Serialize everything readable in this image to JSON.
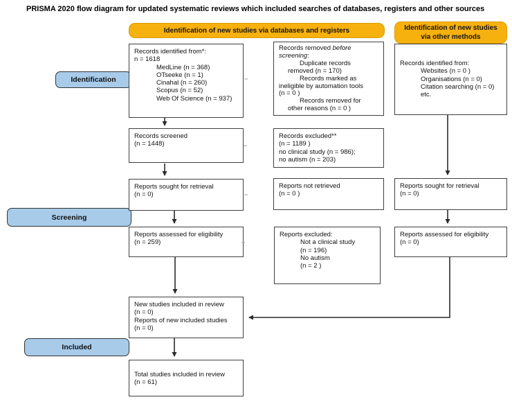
{
  "title": "PRISMA 2020 flow diagram for updated systematic reviews which included searches of databases, registers and other sources",
  "colors": {
    "header_fill": "#F7B10E",
    "header_border": "#D99E06",
    "stage_fill": "#A8CBEA",
    "stage_border": "#333333",
    "box_border": "#3F3F3F",
    "arrow": "#2B2B2B"
  },
  "headers": {
    "databases": "Identification of new studies via databases and registers",
    "other": "Identification of new studies\nvia other methods"
  },
  "stages": {
    "identification": "Identification",
    "screening": "Screening",
    "included": "Included"
  },
  "boxes": {
    "db_identified": {
      "lines": [
        {
          "i": 0,
          "p": [
            [
              "Records identified from*:"
            ]
          ]
        },
        {
          "i": 0,
          "p": [
            [
              "n = 1618"
            ]
          ]
        },
        {
          "i": 32,
          "p": [
            [
              "MedLine (n = 368)"
            ]
          ]
        },
        {
          "i": 32,
          "p": [
            [
              "OTseeke (n = 1)"
            ]
          ]
        },
        {
          "i": 32,
          "p": [
            [
              "Cinahal (n = 260)"
            ]
          ]
        },
        {
          "i": 32,
          "p": [
            [
              "Scopus (n = 52)"
            ]
          ]
        },
        {
          "i": 32,
          "p": [
            [
              "Web Of Science (n = 937)"
            ]
          ]
        }
      ]
    },
    "records_removed": {
      "lines": [
        {
          "i": 0,
          "p": [
            [
              "Records removed "
            ],
            [
              "before",
              true
            ]
          ]
        },
        {
          "i": 0,
          "p": [
            [
              "screening",
              true
            ],
            [
              ":"
            ]
          ]
        },
        {
          "i": 30,
          "p": [
            [
              "Duplicate records"
            ]
          ]
        },
        {
          "i": 13,
          "p": [
            [
              "removed  (n = 170)"
            ]
          ]
        },
        {
          "i": 30,
          "p": [
            [
              "Records marked as"
            ]
          ]
        },
        {
          "i": 0,
          "p": [
            [
              "ineligible by automation tools"
            ]
          ]
        },
        {
          "i": 0,
          "p": [
            [
              "(n = 0 )"
            ]
          ]
        },
        {
          "i": 30,
          "p": [
            [
              "Records removed for"
            ]
          ]
        },
        {
          "i": 13,
          "p": [
            [
              "other reasons (n = 0 )"
            ]
          ]
        }
      ]
    },
    "other_identified": {
      "lines": [
        {
          "i": 0,
          "p": [
            [
              "Records identified from:"
            ]
          ]
        },
        {
          "i": 30,
          "p": [
            [
              "Websites (n = 0 )"
            ]
          ]
        },
        {
          "i": 30,
          "p": [
            [
              "Organisations (n = 0)"
            ]
          ]
        },
        {
          "i": 30,
          "p": [
            [
              "Citation searching (n = 0)"
            ]
          ]
        },
        {
          "i": 30,
          "p": [
            [
              "etc."
            ]
          ]
        }
      ]
    },
    "records_screened": {
      "lines": [
        {
          "i": 0,
          "p": [
            [
              "Records screened"
            ]
          ]
        },
        {
          "i": 0,
          "p": [
            [
              "(n = 1448)"
            ]
          ]
        }
      ]
    },
    "records_excluded": {
      "lines": [
        {
          "i": 0,
          "p": [
            [
              "Records excluded**"
            ]
          ]
        },
        {
          "i": 0,
          "p": [
            [
              "(n = 1189 )"
            ]
          ]
        },
        {
          "i": 0,
          "p": [
            [
              "no clinical study (n = 986);"
            ]
          ]
        },
        {
          "i": 0,
          "p": [
            [
              "no autism (n = 203)"
            ]
          ]
        }
      ]
    },
    "reports_sought_db": {
      "lines": [
        {
          "i": 0,
          "p": [
            [
              "Reports sought for retrieval"
            ]
          ]
        },
        {
          "i": 0,
          "p": [
            [
              "(n = 0)"
            ]
          ]
        }
      ]
    },
    "reports_not_retrieved": {
      "lines": [
        {
          "i": 0,
          "p": [
            [
              "Reports not retrieved"
            ]
          ]
        },
        {
          "i": 0,
          "p": [
            [
              "(n = 0 )"
            ]
          ]
        }
      ]
    },
    "reports_assessed_db": {
      "lines": [
        {
          "i": 0,
          "p": [
            [
              "Reports assessed for eligibility"
            ]
          ]
        },
        {
          "i": 0,
          "p": [
            [
              "(n = 259)"
            ]
          ]
        }
      ]
    },
    "reports_excluded": {
      "lines": [
        {
          "i": 0,
          "p": [
            [
              "Reports excluded:"
            ]
          ]
        },
        {
          "i": 30,
          "p": [
            [
              "Not a clinical study"
            ]
          ]
        },
        {
          "i": 30,
          "p": [
            [
              "(n = 196)"
            ]
          ]
        },
        {
          "i": 30,
          "p": [
            [
              "No autism"
            ]
          ]
        },
        {
          "i": 30,
          "p": [
            [
              "(n = 2 )"
            ]
          ]
        }
      ]
    },
    "reports_sought_other": {
      "lines": [
        {
          "i": 0,
          "p": [
            [
              "Reports sought for retrieval"
            ]
          ]
        },
        {
          "i": 0,
          "p": [
            [
              "(n = 0)"
            ]
          ]
        }
      ]
    },
    "reports_assessed_other": {
      "lines": [
        {
          "i": 0,
          "p": [
            [
              "Reports assessed for eligibility"
            ]
          ]
        },
        {
          "i": 0,
          "p": [
            [
              "(n = 0)"
            ]
          ]
        }
      ]
    },
    "new_studies": {
      "lines": [
        {
          "i": 0,
          "p": [
            [
              "New studies included in review"
            ]
          ]
        },
        {
          "i": 0,
          "p": [
            [
              "(n = 0)"
            ]
          ]
        },
        {
          "i": 0,
          "p": [
            [
              "Reports of new included studies"
            ]
          ]
        },
        {
          "i": 0,
          "p": [
            [
              "(n = 0)"
            ]
          ]
        }
      ]
    },
    "total_included": {
      "lines": [
        {
          "i": 0,
          "p": [
            [
              "Total studies included in review"
            ]
          ]
        },
        {
          "i": 0,
          "p": [
            [
              "(n = 61)"
            ]
          ]
        }
      ]
    }
  }
}
